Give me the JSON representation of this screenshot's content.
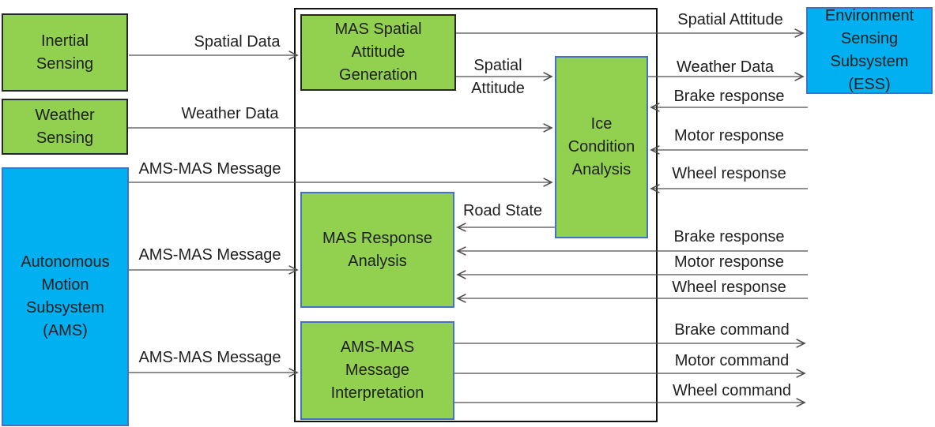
{
  "diagram": {
    "description": "Block diagram of MAS software connecting sensing subsystems, an autonomous motion subsystem and an environment sensing subsystem"
  },
  "colors": {
    "box_green": "#92D050",
    "box_blue": "#00B0F0",
    "border_dark": "#262626",
    "border_blue": "#4472C4",
    "container_border": "#111111",
    "line": "#4d4d4d",
    "text": "#1f1f1f"
  },
  "boxes": {
    "inertial": {
      "label": "Inertial\nSensing"
    },
    "weather": {
      "label": "Weather\nSensing"
    },
    "ams": {
      "label": "Autonomous\nMotion\nSubsystem\n(AMS)"
    },
    "mas_spatial": {
      "label": "MAS Spatial\nAttitude\nGeneration"
    },
    "ice": {
      "label": "Ice\nCondition\nAnalysis"
    },
    "mas_response": {
      "label": "MAS Response\nAnalysis"
    },
    "interpretation": {
      "label": "AMS-MAS\nMessage\nInterpretation"
    },
    "ess": {
      "label": "Environment\nSensing\nSubsystem\n(ESS)"
    }
  },
  "edges": [
    {
      "label": "Spatial Data",
      "from": "Inertial Sensing",
      "to": "MAS Spatial Attitude Generation"
    },
    {
      "label": "Weather Data",
      "from": "Weather Sensing",
      "to": "Ice Condition Analysis"
    },
    {
      "label": "AMS-MAS Message",
      "from": "Autonomous Motion Subsystem",
      "to": "Ice Condition Analysis"
    },
    {
      "label": "Spatial\nAttitude",
      "from": "MAS Spatial Attitude Generation",
      "to": "Ice Condition Analysis"
    },
    {
      "label": "Spatial Attitude",
      "from": "MAS Spatial Attitude Generation",
      "to": "Environment Sensing Subsystem"
    },
    {
      "label": "Weather Data",
      "from": "Ice Condition Analysis",
      "to": "Environment Sensing Subsystem"
    },
    {
      "label": "Brake response",
      "from": "right-edge",
      "to": "Ice Condition Analysis"
    },
    {
      "label": "Motor response",
      "from": "right-edge",
      "to": "Ice Condition Analysis"
    },
    {
      "label": "Wheel response",
      "from": "right-edge",
      "to": "Ice Condition Analysis"
    },
    {
      "label": "Road State",
      "from": "Ice Condition Analysis",
      "to": "MAS Response Analysis"
    },
    {
      "label": "AMS-MAS Message",
      "from": "Autonomous Motion Subsystem",
      "to": "MAS Response Analysis"
    },
    {
      "label": "Brake response",
      "from": "right-edge",
      "to": "MAS Response Analysis"
    },
    {
      "label": "Motor response",
      "from": "right-edge",
      "to": "MAS Response Analysis"
    },
    {
      "label": "Wheel response",
      "from": "right-edge",
      "to": "MAS Response Analysis"
    },
    {
      "label": "AMS-MAS Message",
      "from": "Autonomous Motion Subsystem",
      "to": "AMS-MAS Message Interpretation"
    },
    {
      "label": "Brake command",
      "from": "AMS-MAS Message Interpretation",
      "to": "right-edge"
    },
    {
      "label": "Motor command",
      "from": "AMS-MAS Message Interpretation",
      "to": "right-edge"
    },
    {
      "label": "Wheel command",
      "from": "AMS-MAS Message Interpretation",
      "to": "right-edge"
    }
  ]
}
